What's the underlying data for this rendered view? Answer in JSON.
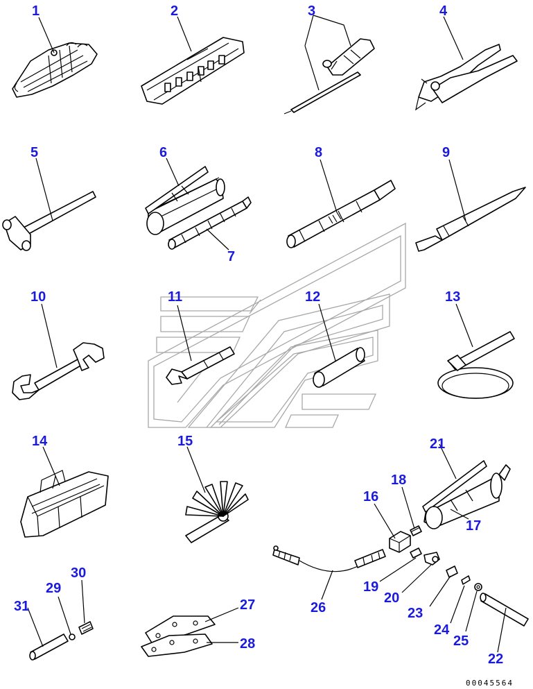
{
  "title": "",
  "callouts": [
    "1",
    "2",
    "3",
    "4",
    "5",
    "6",
    "7",
    "8",
    "9",
    "10",
    "11",
    "12",
    "13",
    "14",
    "15",
    "16",
    "17",
    "18",
    "19",
    "20",
    "21",
    "22",
    "23",
    "24",
    "25",
    "26",
    "27",
    "28",
    "29",
    "30",
    "31"
  ],
  "drawing_code": "00045564",
  "colors": {
    "callout": "#1a1adc",
    "line": "#000000",
    "watermark": "#a8a8a8"
  },
  "icons": [
    "wrench-set-icon",
    "socket-set-icon",
    "screwdriver-icon",
    "pliers-icon",
    "hammer-icon",
    "grease-gun-icon",
    "extension-bar-icon",
    "socket-bar-icon",
    "pry-bar-icon",
    "spanner-icon",
    "filter-wrench-icon",
    "tool-bag-icon",
    "feeler-gauge-icon",
    "grease-hose-icon",
    "bracket-plate-icon",
    "pin-icon"
  ]
}
